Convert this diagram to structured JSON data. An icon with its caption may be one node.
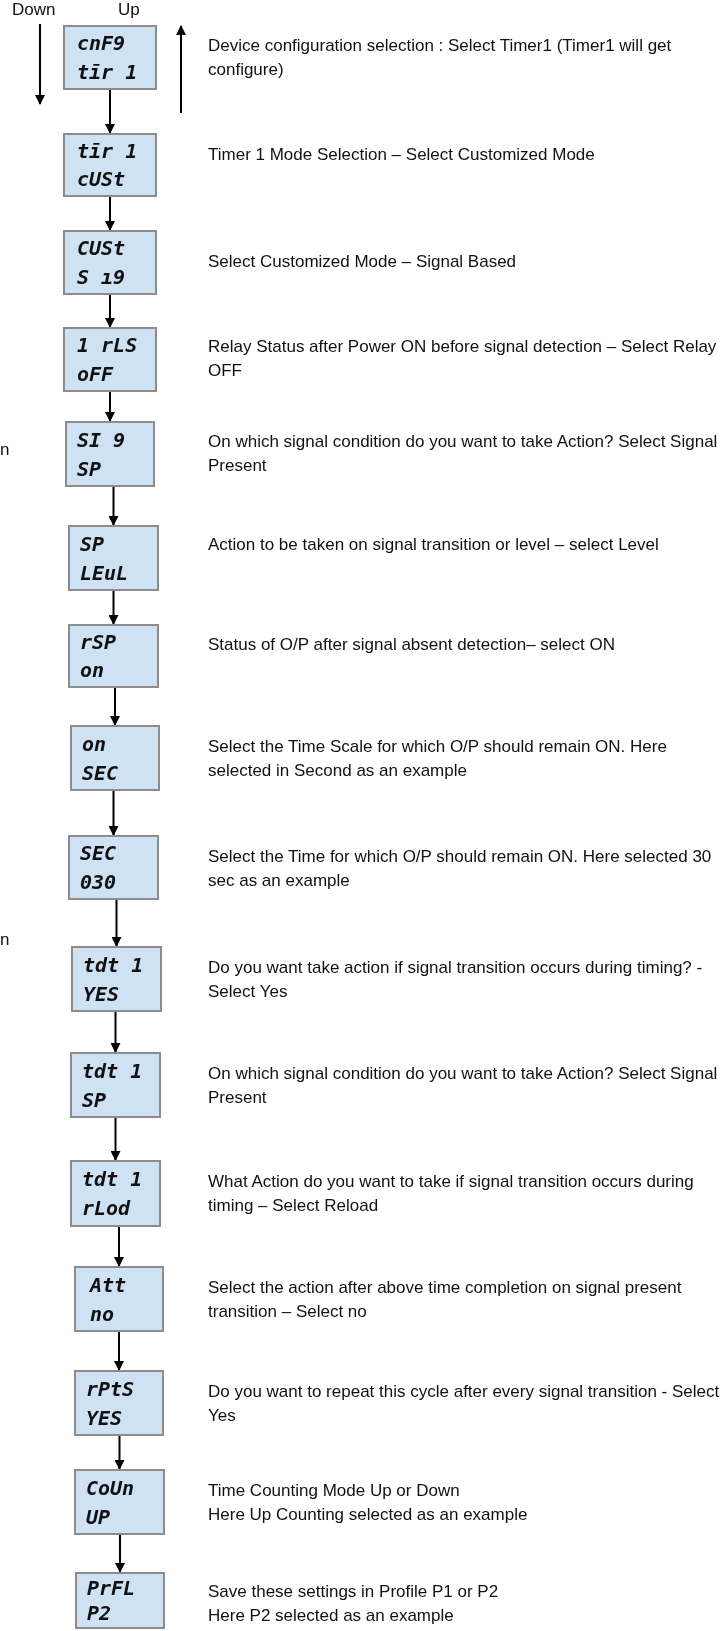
{
  "diagram": {
    "nodes": [
      {
        "text": [
          "cnF9",
          "tīr 1"
        ],
        "beside": [
          "Device configuration selection : Select Timer1 (Timer1 will get configure)"
        ]
      },
      {
        "text": [
          "tīr 1",
          "cUSt"
        ],
        "beside": [
          "Timer 1 Mode Selection – Select Customized Mode"
        ]
      },
      {
        "text": [
          "CUSt",
          "S ı9"
        ],
        "beside": [
          "Select Customized Mode – Signal Based"
        ]
      },
      {
        "text": [
          "1 rLS",
          "oFF"
        ],
        "beside": [
          "Relay Status after Power ON before signal detection – Select Relay OFF"
        ]
      },
      {
        "text": [
          "SI 9",
          "SP"
        ],
        "beside": [
          "On which signal condition do you want to take Action? Select Signal Present"
        ]
      },
      {
        "text": [
          "SP",
          "LEuL"
        ],
        "beside": [
          "Action to be taken on signal transition or level – select Level"
        ]
      },
      {
        "text": [
          "rSP",
          "on"
        ],
        "beside": [
          "Status of O/P after signal absent detection– select ON"
        ]
      },
      {
        "text": [
          "on",
          "SEC"
        ],
        "beside": [
          "Select the Time Scale for which O/P should remain ON. Here selected in Second as an example"
        ]
      },
      {
        "text": [
          "SEC",
          "030"
        ],
        "beside": [
          "Select the Time for which O/P should remain ON. Here selected  30 sec as an example"
        ]
      },
      {
        "text": [
          "tdt 1",
          "YES"
        ],
        "beside": [
          "Do you want take action if signal transition occurs during timing? - Select Yes"
        ]
      },
      {
        "text": [
          "tdt 1",
          "SP"
        ],
        "beside": [
          "On which signal condition do you want to take Action? Select Signal Present"
        ]
      },
      {
        "text": [
          "tdt 1",
          "rLod"
        ],
        "beside": [
          "What Action do you want to take if signal transition occurs during timing – Select Reload"
        ]
      },
      {
        "text": [
          "Att",
          "no"
        ],
        "beside": [
          "Select the action after above time completion on signal present transition – Select no"
        ]
      },
      {
        "text": [
          "rPtS",
          "YES"
        ],
        "beside": [
          "Do you want to repeat this cycle after every signal transition - Select Yes"
        ]
      },
      {
        "text": [
          "CoUn",
          "UP"
        ],
        "beside": [
          "Time Counting Mode Up or Down",
          "Here Up Counting selected as an example"
        ]
      },
      {
        "text": [
          "PrFL",
          "P2"
        ],
        "beside": [
          "Save these settings in Profile P1 or P2",
          "Here P2 selected as an example"
        ]
      }
    ],
    "edges": [
      {
        "from": 0,
        "to": 1,
        "arrow": "to"
      },
      {
        "from": 1,
        "to": 2,
        "arrow": "to"
      },
      {
        "from": 2,
        "to": 3,
        "arrow": "to"
      },
      {
        "from": 3,
        "to": 4,
        "arrow": "to"
      },
      {
        "from": 4,
        "to": 5,
        "arrow": "to"
      },
      {
        "from": 5,
        "to": 6,
        "arrow": "to"
      },
      {
        "from": 6,
        "to": 7,
        "arrow": "to"
      },
      {
        "from": 7,
        "to": 8,
        "arrow": "to"
      },
      {
        "from": 8,
        "to": 9,
        "arrow": "to"
      },
      {
        "from": 9,
        "to": 10,
        "arrow": "to"
      },
      {
        "from": 10,
        "to": 11,
        "arrow": "to"
      },
      {
        "from": 11,
        "to": 12,
        "arrow": "to"
      },
      {
        "from": 12,
        "to": 13,
        "arrow": "to"
      },
      {
        "from": 13,
        "to": 14,
        "arrow": "to"
      },
      {
        "from": 14,
        "to": 15,
        "arrow": "to"
      }
    ],
    "labels": [
      "Down",
      "Up",
      "n",
      "n"
    ]
  }
}
